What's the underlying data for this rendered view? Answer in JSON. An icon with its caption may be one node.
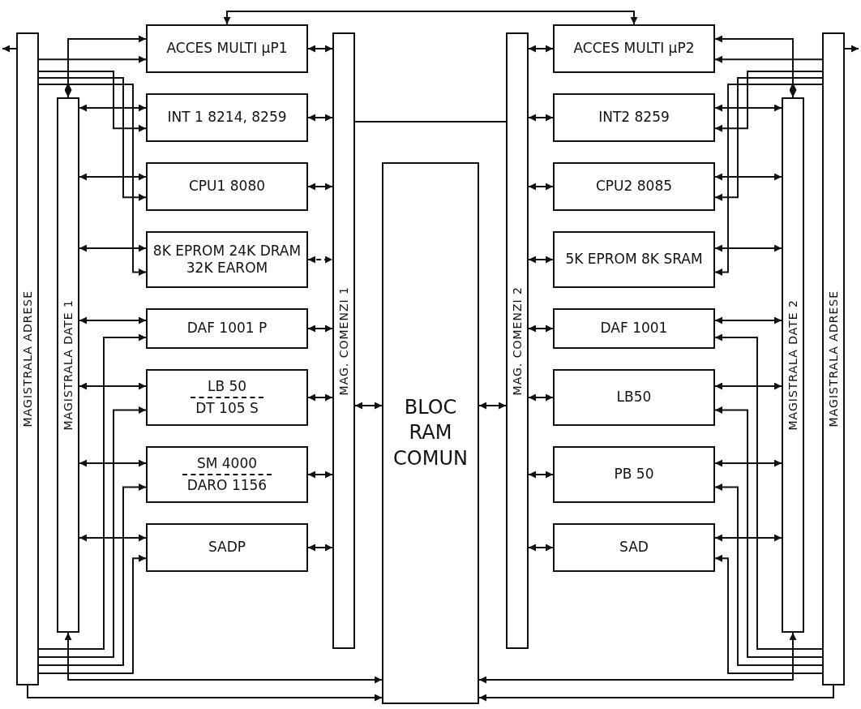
{
  "diagram": {
    "nodes": [
      {
        "text": [
          "MAGISTRALA ADRESE"
        ]
      },
      {
        "text": [
          "MAGISTRALA DATE 1"
        ]
      },
      {
        "text": [
          "ACCES MULTI µP1"
        ]
      },
      {
        "text": [
          "INT 1 8214, 8259"
        ]
      },
      {
        "text": [
          "CPU1 8080"
        ]
      },
      {
        "text": [
          "8K EPROM 24K DRAM 32K EAROM"
        ]
      },
      {
        "text": [
          "DAF 1001 P"
        ]
      },
      {
        "text": [
          "LB 50",
          "DT 105 S"
        ]
      },
      {
        "text": [
          "SM 4000",
          "DARO 1156"
        ]
      },
      {
        "text": [
          "SADP"
        ]
      },
      {
        "text": [
          "MAG. COMENZI 1"
        ]
      },
      {
        "text": [
          "BLOC RAM COMUN"
        ]
      },
      {
        "text": [
          "MAG. COMENZI 2"
        ]
      },
      {
        "text": [
          "ACCES MULTI µP2"
        ]
      },
      {
        "text": [
          "INT2 8259"
        ]
      },
      {
        "text": [
          "CPU2 8085"
        ]
      },
      {
        "text": [
          "5K EPROM 8K SRAM"
        ]
      },
      {
        "text": [
          "DAF 1001"
        ]
      },
      {
        "text": [
          "LB50"
        ]
      },
      {
        "text": [
          "PB 50"
        ]
      },
      {
        "text": [
          "SAD"
        ]
      },
      {
        "text": [
          "MAGISTRALA DATE 2"
        ]
      },
      {
        "text": [
          "MAGISTRALA ADRESE"
        ]
      }
    ],
    "edges": [
      {
        "from": 0,
        "to": null,
        "arrow": "to"
      },
      {
        "from": 1,
        "to": null,
        "arrow": "to"
      },
      {
        "from": 1,
        "to": 2,
        "arrow": "both"
      },
      {
        "from": 0,
        "to": 2,
        "arrow": "to"
      },
      {
        "from": 1,
        "to": 3,
        "arrow": "both"
      },
      {
        "from": 0,
        "to": 3,
        "arrow": "to"
      },
      {
        "from": 1,
        "to": 4,
        "arrow": "both"
      },
      {
        "from": 0,
        "to": 4,
        "arrow": "to"
      },
      {
        "from": 1,
        "to": 5,
        "arrow": "both"
      },
      {
        "from": 0,
        "to": 5,
        "arrow": "to"
      },
      {
        "from": 1,
        "to": 6,
        "arrow": "both"
      },
      {
        "from": 0,
        "to": 6,
        "arrow": "to"
      },
      {
        "from": 1,
        "to": 7,
        "arrow": "both"
      },
      {
        "from": 0,
        "to": 7,
        "arrow": "to"
      },
      {
        "from": 1,
        "to": 8,
        "arrow": "both"
      },
      {
        "from": 0,
        "to": 8,
        "arrow": "to"
      },
      {
        "from": 1,
        "to": 9,
        "arrow": "both"
      },
      {
        "from": 0,
        "to": 9,
        "arrow": "to"
      },
      {
        "from": 2,
        "to": 13,
        "arrow": "both"
      },
      {
        "from": 2,
        "to": 10,
        "arrow": "both"
      },
      {
        "from": 3,
        "to": 10,
        "arrow": "both"
      },
      {
        "from": 4,
        "to": 10,
        "arrow": "both"
      },
      {
        "from": 5,
        "to": 10,
        "arrow": "both",
        "style": "dashed"
      },
      {
        "from": 6,
        "to": 10,
        "arrow": "both"
      },
      {
        "from": 7,
        "to": 10,
        "arrow": "both"
      },
      {
        "from": 8,
        "to": 10,
        "arrow": "both"
      },
      {
        "from": 9,
        "to": 10,
        "arrow": "both"
      },
      {
        "from": 10,
        "to": 11,
        "arrow": "both"
      },
      {
        "from": 10,
        "to": 12,
        "arrow": "none"
      },
      {
        "from": 1,
        "to": 11,
        "arrow": "both"
      },
      {
        "from": 0,
        "to": 11,
        "arrow": "to"
      },
      {
        "from": 11,
        "to": 12,
        "arrow": "both"
      },
      {
        "from": 21,
        "to": 11,
        "arrow": "both"
      },
      {
        "from": 22,
        "to": 11,
        "arrow": "to"
      },
      {
        "from": 12,
        "to": 13,
        "arrow": "both"
      },
      {
        "from": 12,
        "to": 14,
        "arrow": "both"
      },
      {
        "from": 12,
        "to": 15,
        "arrow": "both"
      },
      {
        "from": 12,
        "to": 16,
        "arrow": "both"
      },
      {
        "from": 12,
        "to": 17,
        "arrow": "both"
      },
      {
        "from": 12,
        "to": 18,
        "arrow": "both"
      },
      {
        "from": 12,
        "to": 19,
        "arrow": "both"
      },
      {
        "from": 12,
        "to": 20,
        "arrow": "both"
      },
      {
        "from": 13,
        "to": 21,
        "arrow": "both"
      },
      {
        "from": 22,
        "to": 13,
        "arrow": "to"
      },
      {
        "from": 14,
        "to": 21,
        "arrow": "both"
      },
      {
        "from": 22,
        "to": 14,
        "arrow": "to"
      },
      {
        "from": 15,
        "to": 21,
        "arrow": "both"
      },
      {
        "from": 22,
        "to": 15,
        "arrow": "to"
      },
      {
        "from": 16,
        "to": 21,
        "arrow": "both"
      },
      {
        "from": 22,
        "to": 16,
        "arrow": "to"
      },
      {
        "from": 17,
        "to": 21,
        "arrow": "both"
      },
      {
        "from": 22,
        "to": 17,
        "arrow": "to"
      },
      {
        "from": 18,
        "to": 21,
        "arrow": "both"
      },
      {
        "from": 22,
        "to": 18,
        "arrow": "to"
      },
      {
        "from": 19,
        "to": 21,
        "arrow": "both"
      },
      {
        "from": 22,
        "to": 19,
        "arrow": "to"
      },
      {
        "from": 20,
        "to": 21,
        "arrow": "both"
      },
      {
        "from": 22,
        "to": 20,
        "arrow": "to"
      },
      {
        "from": 21,
        "to": null,
        "arrow": "to"
      },
      {
        "from": 22,
        "to": null,
        "arrow": "to"
      }
    ]
  }
}
